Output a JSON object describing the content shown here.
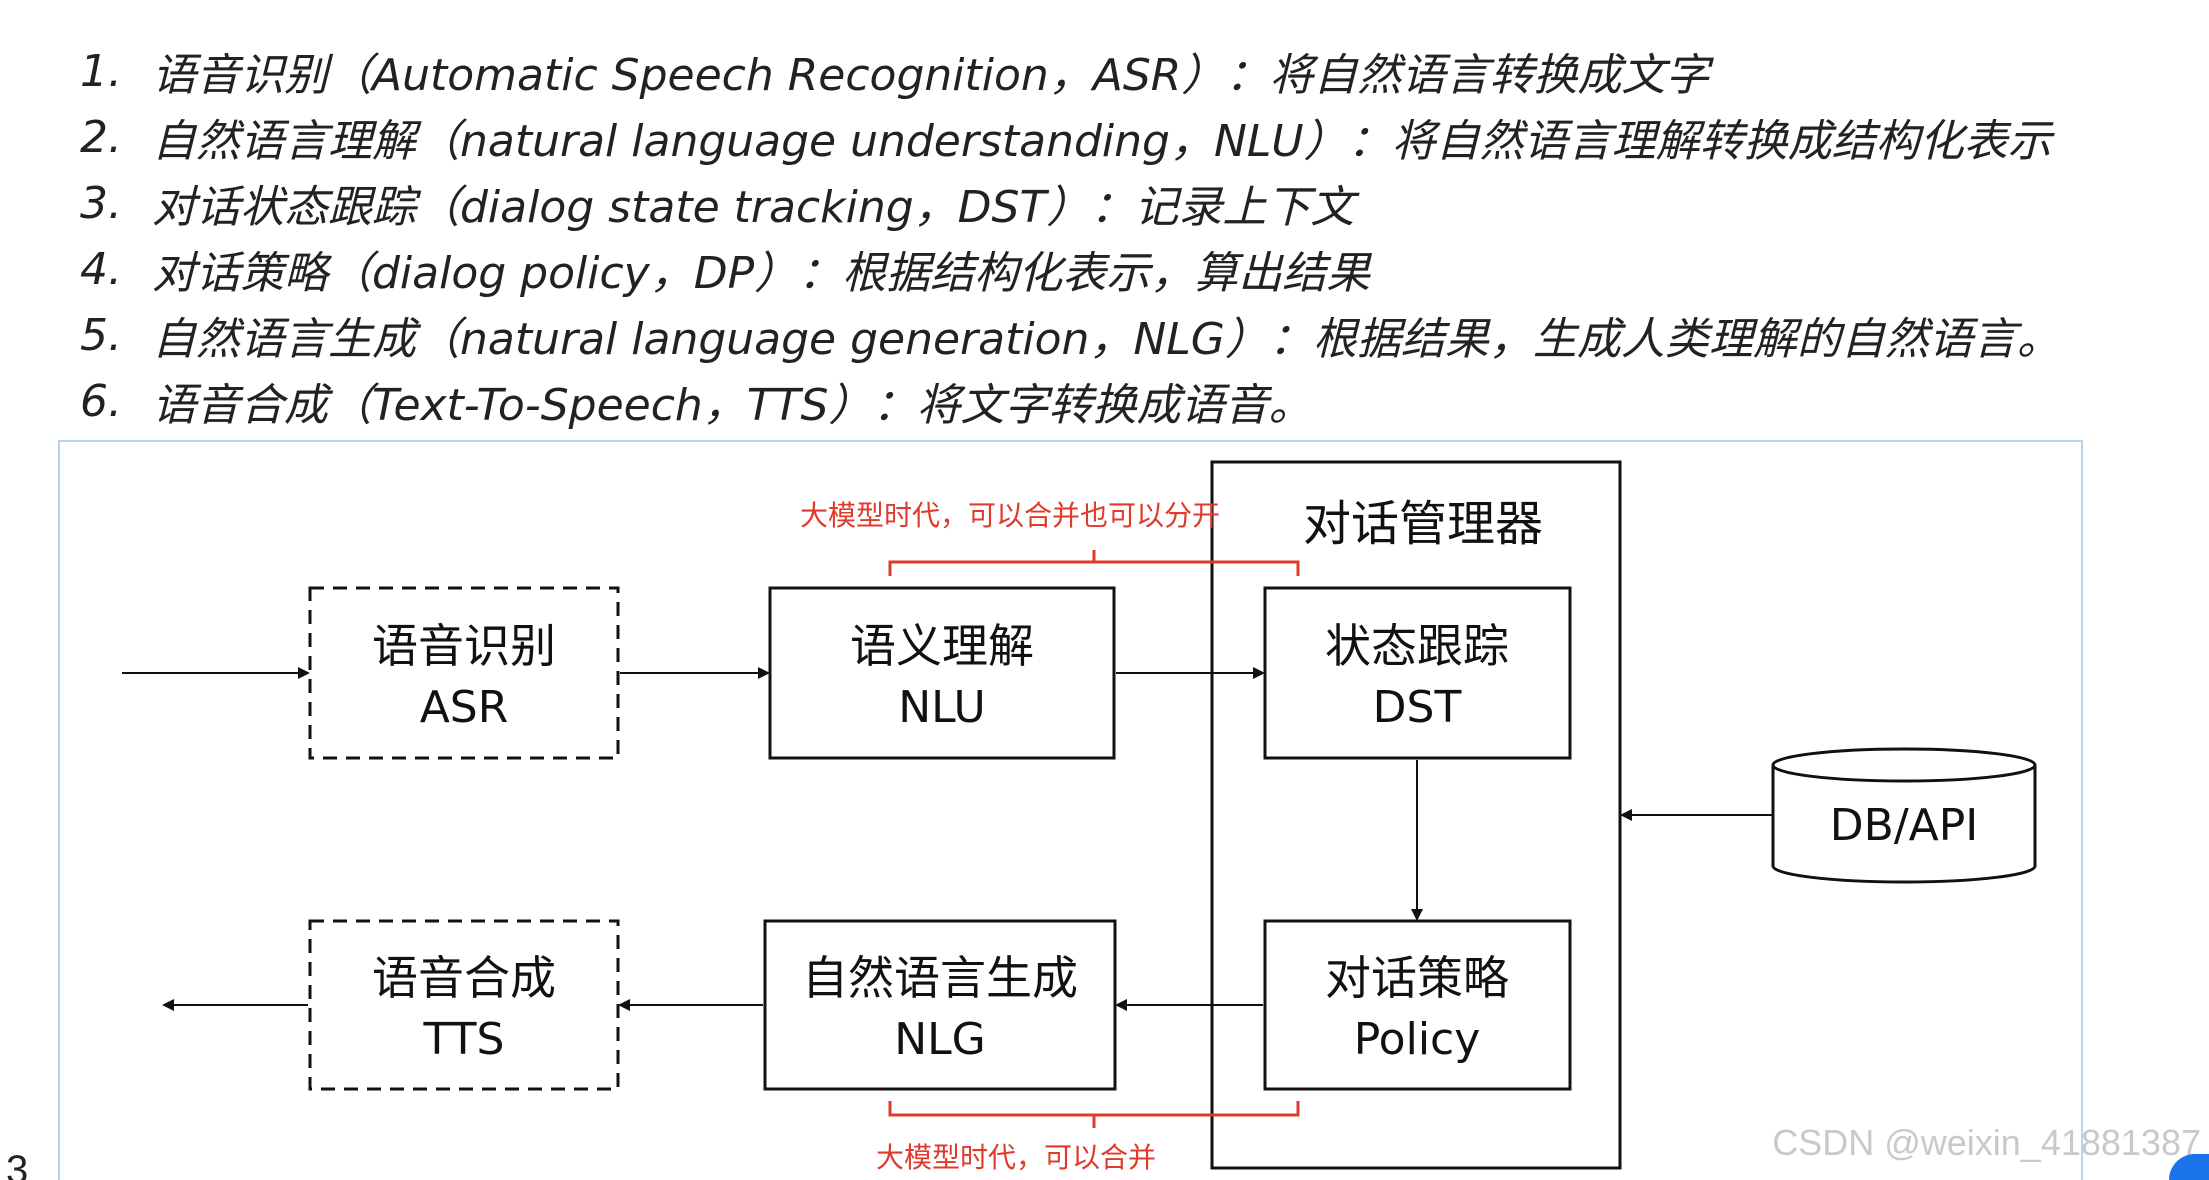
{
  "steps": [
    {
      "num": "1.",
      "text": "语音识别（Automatic Speech Recognition，ASR）：将自然语言转换成文字"
    },
    {
      "num": "2.",
      "text": "自然语言理解（natural language understanding，NLU）：将自然语言理解转换成结构化表示"
    },
    {
      "num": "3.",
      "text": "对话状态跟踪（dialog state tracking，DST）：记录上下文"
    },
    {
      "num": "4.",
      "text": "对话策略（dialog policy，DP）：根据结构化表示，算出结果"
    },
    {
      "num": "5.",
      "text": "自然语言生成（natural language generation，NLG）：根据结果，生成人类理解的自然语言。"
    },
    {
      "num": "6.",
      "text": "语音合成（Text-To-Speech，TTS）：将文字转换成语音。"
    }
  ],
  "diagram": {
    "asr": {
      "title": "语音识别",
      "abbr": "ASR"
    },
    "nlu": {
      "title": "语义理解",
      "abbr": "NLU"
    },
    "dst": {
      "title": "状态跟踪",
      "abbr": "DST"
    },
    "policy": {
      "title": "对话策略",
      "abbr": "Policy"
    },
    "nlg": {
      "title": "自然语言生成",
      "abbr": "NLG"
    },
    "tts": {
      "title": "语音合成",
      "abbr": "TTS"
    },
    "db": {
      "label": "DB/API"
    },
    "dialog_manager_title": "对话管理器",
    "note_top": "大模型时代，可以合并也可以分开",
    "note_bottom": "大模型时代，可以合并",
    "note_color": "#e03a2b"
  },
  "watermark": "CSDN @weixin_41881387",
  "page_number": "3"
}
